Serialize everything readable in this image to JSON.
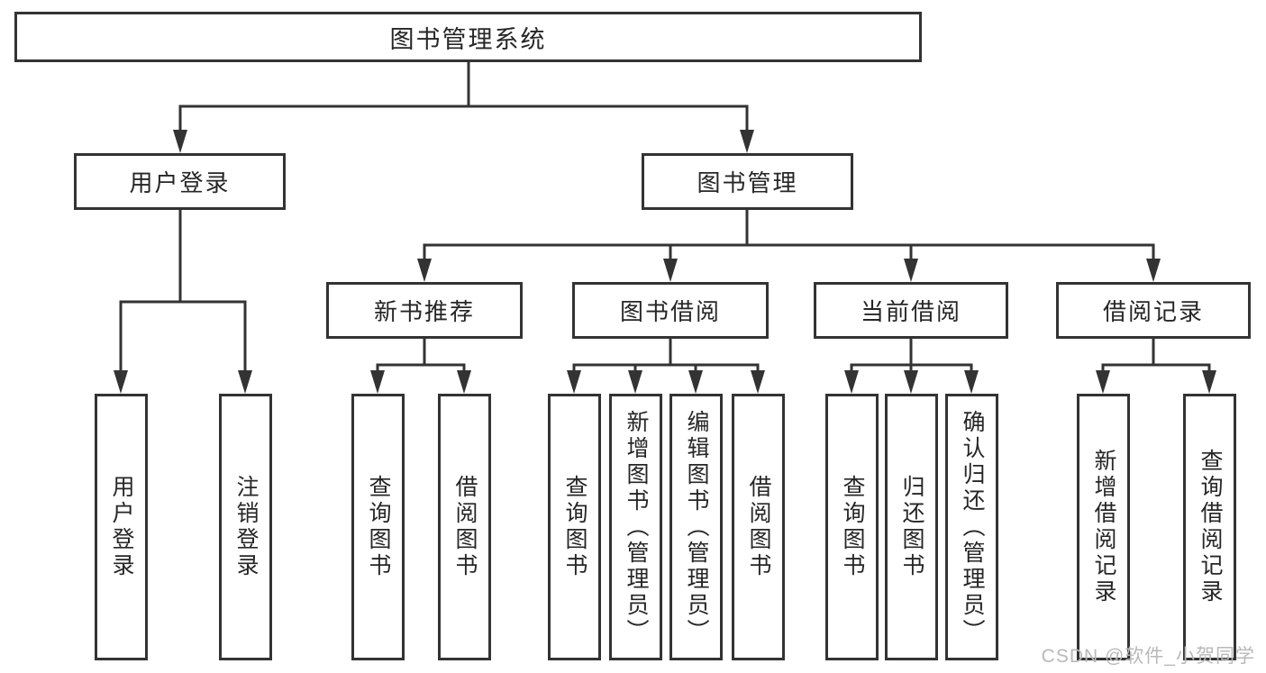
{
  "colors": {
    "line": "#333333",
    "text": "#262626",
    "watermark": "#b9b9b9",
    "background": "#ffffff"
  },
  "diagram": {
    "root": {
      "label": "图书管理系统"
    },
    "level2": [
      {
        "label": "用户登录"
      },
      {
        "label": "图书管理"
      }
    ],
    "level3": [
      {
        "label": "新书推荐"
      },
      {
        "label": "图书借阅"
      },
      {
        "label": "当前借阅"
      },
      {
        "label": "借阅记录"
      }
    ],
    "leaves": {
      "user_login": [
        {
          "label": "用户登录"
        },
        {
          "label": "注销登录"
        }
      ],
      "new_book_recommend": [
        {
          "label": "查询图书"
        },
        {
          "label": "借阅图书"
        }
      ],
      "book_borrow": [
        {
          "label": "查询图书"
        },
        {
          "label": "新增图书（管理员）"
        },
        {
          "label": "编辑图书（管理员）"
        },
        {
          "label": "借阅图书"
        }
      ],
      "current_borrow": [
        {
          "label": "查询图书"
        },
        {
          "label": "归还图书"
        },
        {
          "label": "确认归还（管理员）"
        }
      ],
      "borrow_records": [
        {
          "label": "新增借阅记录"
        },
        {
          "label": "查询借阅记录"
        }
      ]
    }
  },
  "watermark": {
    "text": "CSDN @软件_小贺同学"
  }
}
